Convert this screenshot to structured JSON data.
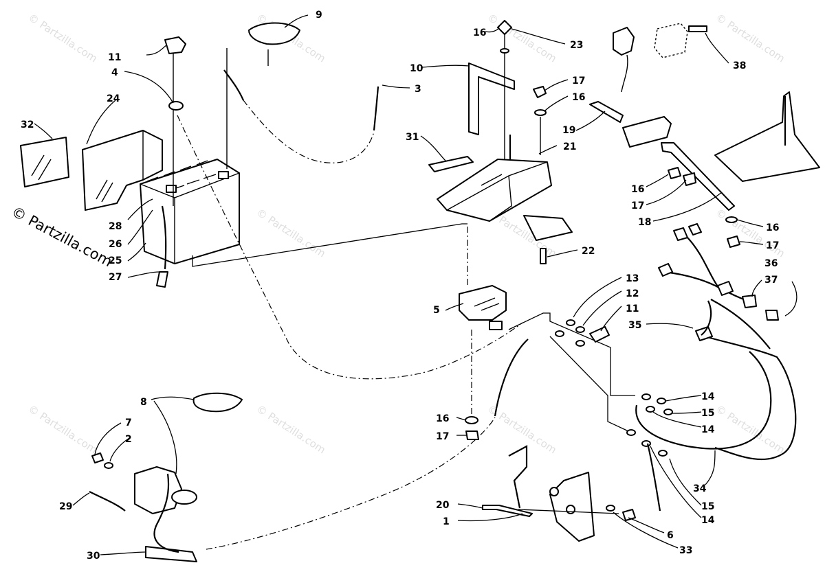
{
  "copyright": "© Partzilla.com",
  "watermark": "© Partzilla.com",
  "colors": {
    "line": "#000000",
    "background": "#ffffff",
    "watermark": "#b8b8b8"
  },
  "callouts": [
    "1",
    "2",
    "3",
    "4",
    "5",
    "6",
    "7",
    "8",
    "9",
    "10",
    "11",
    "12",
    "13",
    "14",
    "15",
    "16",
    "17",
    "18",
    "19",
    "20",
    "21",
    "22",
    "23",
    "24",
    "25",
    "26",
    "27",
    "28",
    "29",
    "30",
    "31",
    "32",
    "33",
    "34",
    "35",
    "36",
    "37",
    "38"
  ]
}
